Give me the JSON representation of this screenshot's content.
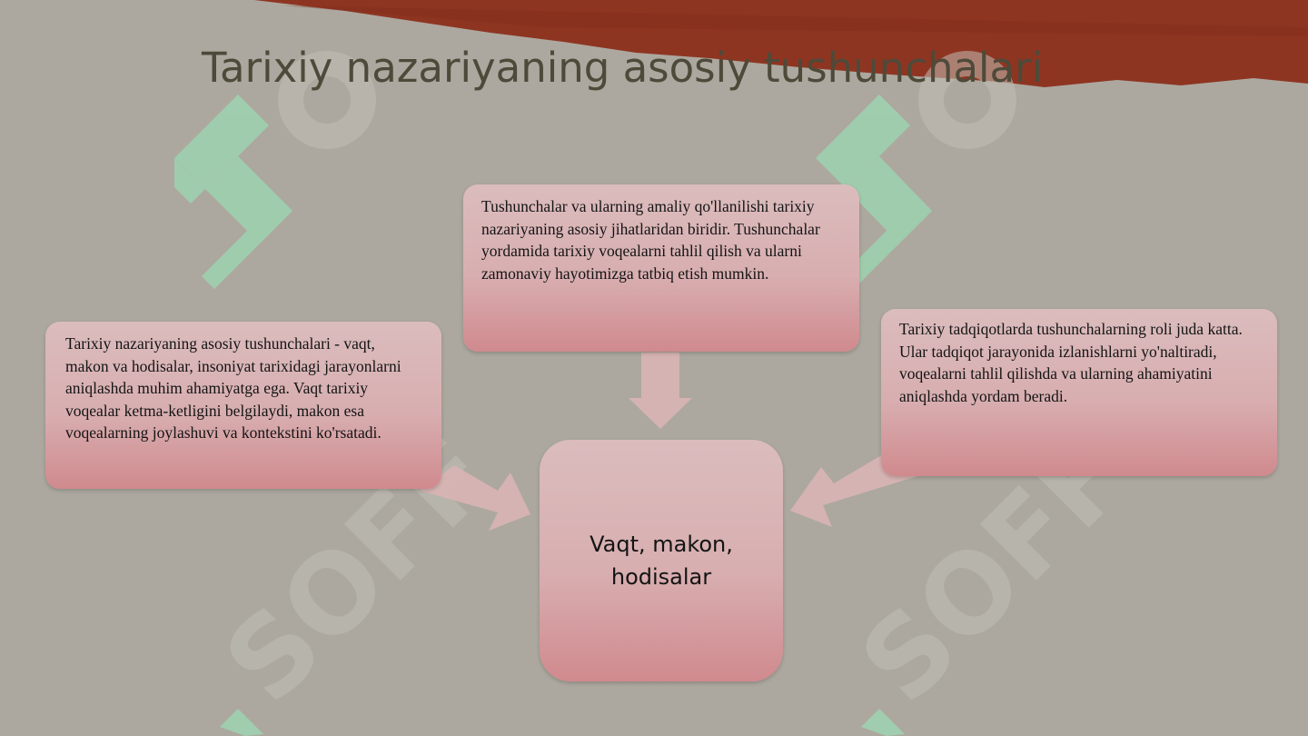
{
  "slide": {
    "title": "Tarixiy nazariyaning asosiy tushunchalari"
  },
  "diagram": {
    "center_text": "Vaqt, makon, hodisalar",
    "top_text": "Tushunchalar va ularning amaliy qo'llanilishi tarixiy nazariyaning asosiy jihatlaridan biridir. Tushunchalar yordamida tarixiy voqealarni tahlil qilish va ularni zamonaviy hayotimizga tatbiq etish mumkin.",
    "left_text": "Tarixiy nazariyaning asosiy tushunchalari - vaqt, makon va hodisalar, insoniyat tarixidagi jarayonlarni aniqlashda muhim ahamiyatga ega. Vaqt tarixiy voqealar ketma-ketligini belgilaydi, makon esa voqealarning joylashuvi va kontekstini ko'rsatadi.",
    "right_text": "Tarixiy tadqiqotlarda tushunchalarning roli juda katta. Ular tadqiqot jarayonida izlanishlarni yo'naltiradi, voqealarni tahlil qilishda va ularning ahamiyatini aniqlashda yordam beradi."
  },
  "colors": {
    "background": "#aca89f",
    "red_banner": "#8e3522",
    "title": "#4e4a3a",
    "box_gradient_top": "#dbbcbd",
    "box_gradient_bottom": "#d08a8e",
    "arrow": "#d9b4b4",
    "watermark_green": "#9ed0ae"
  },
  "watermark": {
    "text": "SOFF"
  }
}
